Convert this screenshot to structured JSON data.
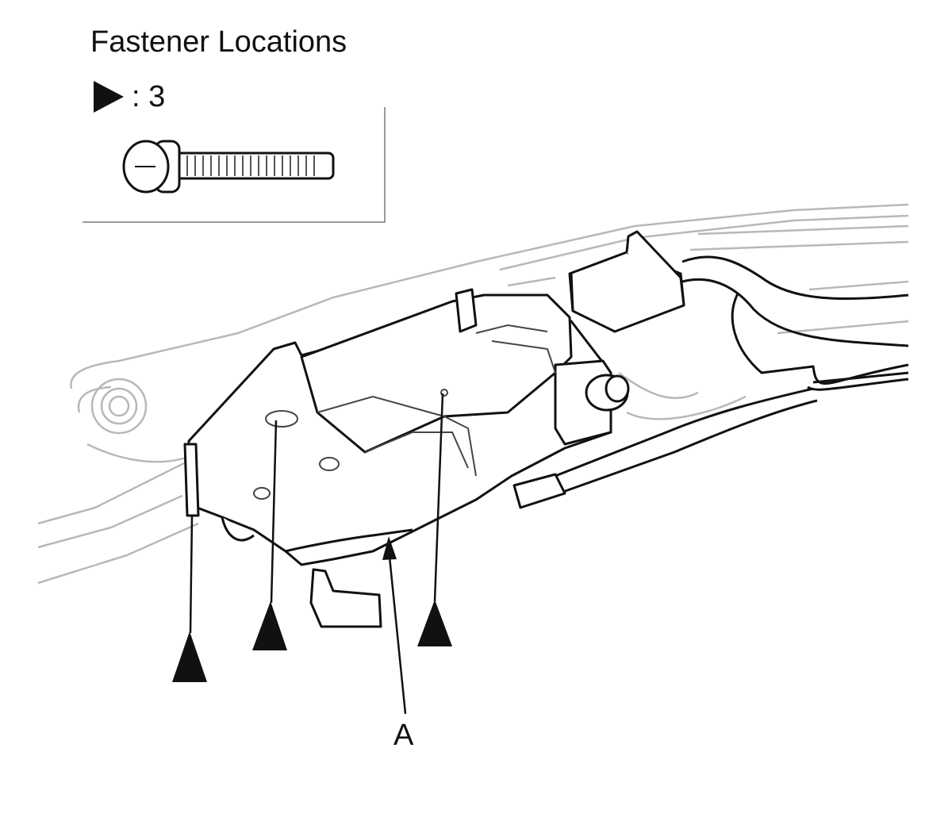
{
  "header": {
    "title": "Fastener Locations",
    "legend_count": ": 3"
  },
  "callouts": {
    "part_a": "A"
  },
  "icons": {
    "fastener_marker": "black-triangle-icon",
    "fastener": "screw-icon"
  },
  "colors": {
    "line": "#111111",
    "ghost_line": "#b8b8b8"
  }
}
